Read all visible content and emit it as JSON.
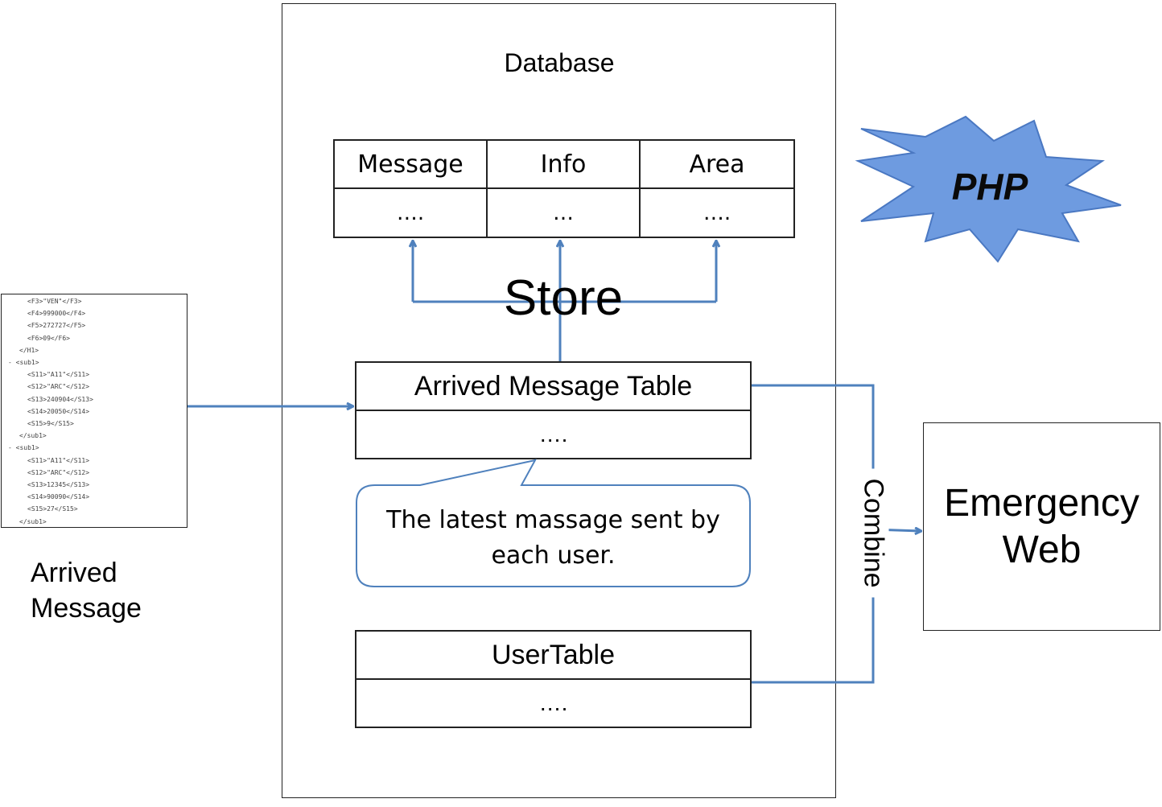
{
  "database": {
    "title": "Database",
    "store_label": "Store",
    "top_table": {
      "headers": [
        "Message",
        "Info",
        "Area"
      ],
      "row": [
        "….",
        "…",
        "…."
      ]
    },
    "arrived_table": {
      "title": "Arrived Message Table",
      "row": "…."
    },
    "callout": "The latest massage sent by each user.",
    "user_table": {
      "title": "UserTable",
      "row": "…."
    }
  },
  "php_badge": "PHP",
  "arrived_message": {
    "label": "Arrived Message",
    "xml_lines": [
      "<F3>\"VEN\"</F3>",
      "<F4>999000</F4>",
      "<F5>272727</F5>",
      "<F6>09</F6>",
      "</H1>",
      "- <sub1>",
      "<S11>\"A11\"</S11>",
      "<S12>\"ARC\"</S12>",
      "<S13>240904</S13>",
      "<S14>20050</S14>",
      "<S15>9</S15>",
      "</sub1>",
      "- <sub1>",
      "<S11>\"A11\"</S11>",
      "<S12>\"ARC\"</S12>",
      "<S13>12345</S13>",
      "<S14>90090</S14>",
      "<S15>27</S15>",
      "</sub1>"
    ]
  },
  "combine_label": "Combine",
  "emergency_web": {
    "label": "Emergency Web"
  },
  "colors": {
    "arrow": "#4f81bd",
    "php_fill": "#6e9be0",
    "php_stroke": "#4a78c2"
  }
}
